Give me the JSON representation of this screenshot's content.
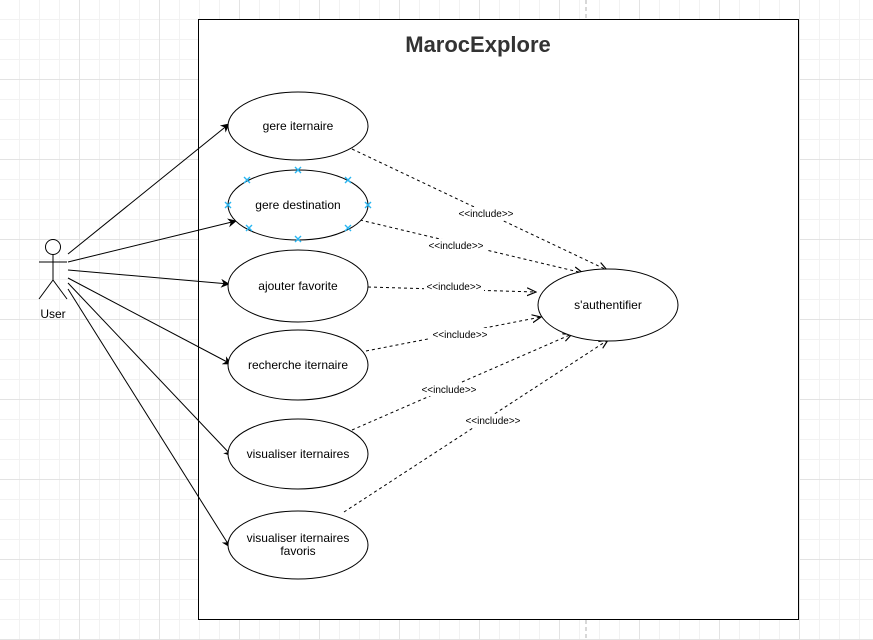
{
  "system": {
    "title": "MarocExplore"
  },
  "actor": {
    "label": "User"
  },
  "use_cases": [
    {
      "id": "gere_iternaire",
      "lines": [
        "gere iternaire"
      ]
    },
    {
      "id": "gere_destination",
      "lines": [
        "gere destination"
      ]
    },
    {
      "id": "ajouter_favorite",
      "lines": [
        "ajouter favorite"
      ]
    },
    {
      "id": "recherche_iternaire",
      "lines": [
        "recherche iternaire"
      ]
    },
    {
      "id": "visualiser_iternaires",
      "lines": [
        "visualiser iternaires"
      ]
    },
    {
      "id": "visualiser_iternaires_favoris",
      "lines": [
        "visualiser iternaires",
        "favoris"
      ]
    },
    {
      "id": "s_authentifier",
      "lines": [
        "s'authentifier"
      ]
    }
  ],
  "include_label": "<<include>>",
  "colors": {
    "line": "#000000",
    "selection_handle": "#29b6f2",
    "title": "#333333"
  }
}
